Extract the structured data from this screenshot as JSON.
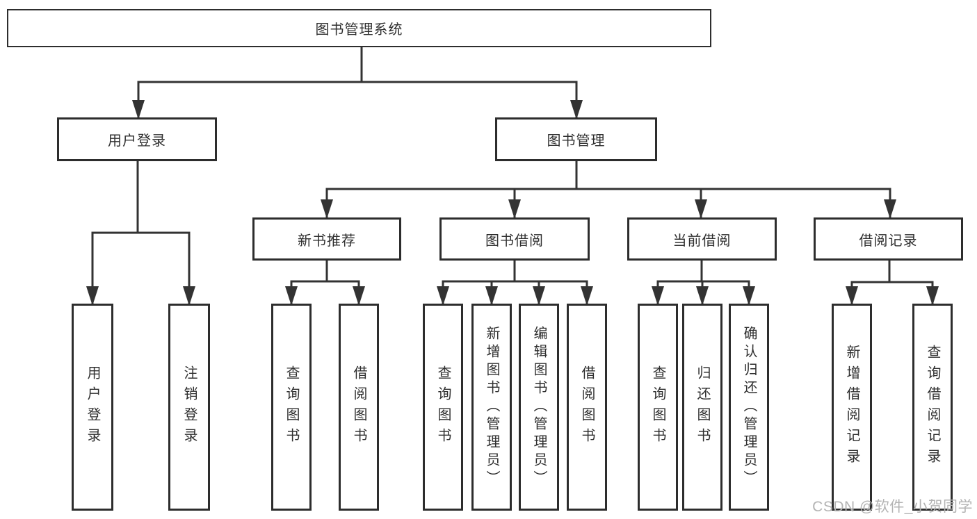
{
  "diagram_title": "图书管理系统",
  "colors": {
    "line": "#333333",
    "box_border": "#2d2d2d",
    "text": "#2f2f2f",
    "watermark": "#b3b3b3"
  },
  "tree": {
    "root": {
      "label": "图书管理系统"
    },
    "branches": [
      {
        "label": "用户登录",
        "children": [
          {
            "label": "用户登录"
          },
          {
            "label": "注销登录"
          }
        ]
      },
      {
        "label": "图书管理",
        "children": [
          {
            "label": "新书推荐",
            "children": [
              {
                "label": "查询图书"
              },
              {
                "label": "借阅图书"
              }
            ]
          },
          {
            "label": "图书借阅",
            "children": [
              {
                "label": "查询图书"
              },
              {
                "label": "新增图书（管理员）"
              },
              {
                "label": "编辑图书（管理员）"
              },
              {
                "label": "借阅图书"
              }
            ]
          },
          {
            "label": "当前借阅",
            "children": [
              {
                "label": "查询图书"
              },
              {
                "label": "归还图书"
              },
              {
                "label": "确认归还（管理员）"
              }
            ]
          },
          {
            "label": "借阅记录",
            "children": [
              {
                "label": "新增借阅记录"
              },
              {
                "label": "查询借阅记录"
              }
            ]
          }
        ]
      }
    ]
  },
  "watermark": "CSDN @软件_小贺同学"
}
